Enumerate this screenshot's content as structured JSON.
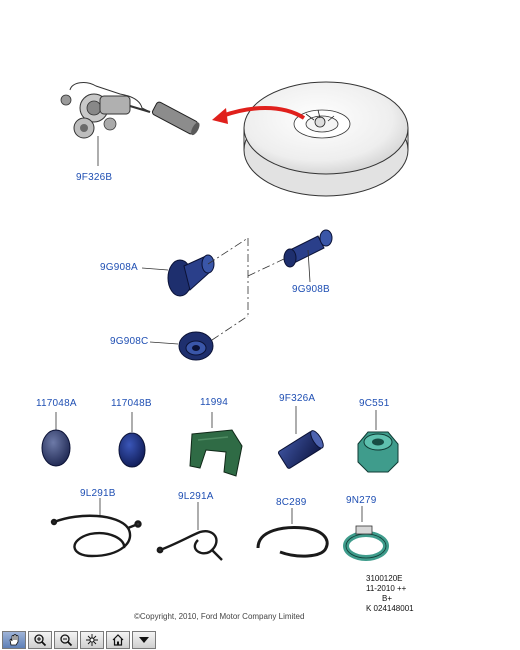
{
  "diagram": {
    "labels": {
      "wheel_assembly": "9F326B",
      "plug_a": "9G908A",
      "plug_b": "9G908B",
      "seal_c": "9G908C",
      "weight_a": "117048A",
      "weight_b": "117048B",
      "bracket": "11994",
      "float": "9F326A",
      "nut": "9C551",
      "wire_1": "9L291B",
      "wire_2": "9L291A",
      "hose": "8C289",
      "clamp": "9N279"
    },
    "reference": {
      "line1": "3100120E",
      "line2": "11-2010 ++",
      "line3": "B+",
      "line4": "K 024148001"
    },
    "copyright": "©Copyright, 2010, Ford Motor Company Limited"
  },
  "colors": {
    "label": "#1f4fb3",
    "arrow": "#e0201c",
    "dark_blue_part": "#1e2f6e",
    "green_part": "#2f6b45",
    "teal_nut": "#3f9c8c"
  },
  "toolbar": {
    "buttons": [
      {
        "icon": "pan-hand-icon",
        "active": true
      },
      {
        "icon": "zoom-in-icon",
        "active": false
      },
      {
        "icon": "zoom-out-icon",
        "active": false
      },
      {
        "icon": "fit-view-icon",
        "active": false
      },
      {
        "icon": "home-icon",
        "active": false
      },
      {
        "icon": "dropdown-arrow-icon",
        "active": false
      }
    ]
  }
}
